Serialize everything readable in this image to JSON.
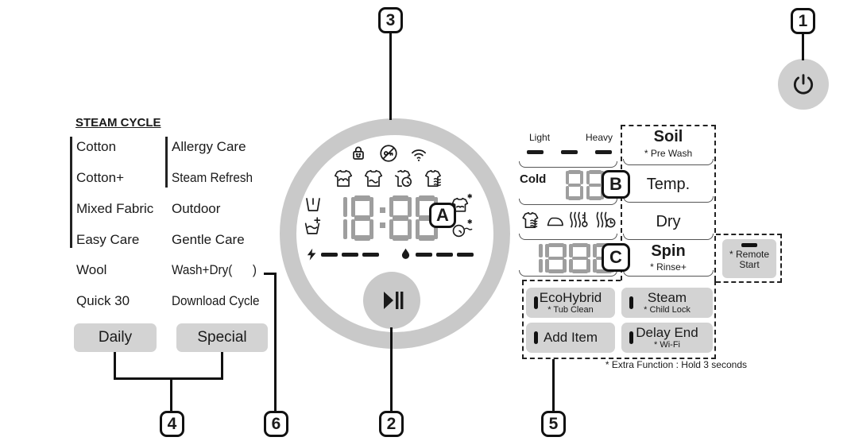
{
  "steam_cycle": {
    "title": "STEAM CYCLE",
    "col1": [
      "Cotton",
      "Cotton+",
      "Mixed Fabric",
      "Easy Care",
      "Wool",
      "Quick 30"
    ],
    "col2": [
      "Allergy Care",
      "Steam Refresh",
      "Outdoor",
      "Gentle Care",
      "Wash+Dry(      )",
      "Download Cycle"
    ],
    "daily_label": "Daily",
    "special_label": "Special"
  },
  "display": {
    "time": "18:88"
  },
  "status_labels": {
    "light": "Light",
    "heavy": "Heavy",
    "cold": "Cold",
    "temp_value": "88",
    "spin_value": "1888"
  },
  "functions": {
    "soil": "Soil",
    "soil_sub": "* Pre Wash",
    "temp": "Temp.",
    "dry": "Dry",
    "spin": "Spin",
    "spin_sub": "* Rinse+",
    "remote_line1": "* Remote",
    "remote_line2": "Start"
  },
  "extra_buttons": [
    {
      "label": "EcoHybrid",
      "sub": "* Tub Clean"
    },
    {
      "label": "Steam",
      "sub": "* Child Lock"
    },
    {
      "label": "Add Item",
      "sub": ""
    },
    {
      "label": "Delay End",
      "sub": "* Wi-Fi"
    }
  ],
  "footnote": "* Extra Function : Hold 3 seconds",
  "callouts": {
    "n1": "1",
    "n2": "2",
    "n3": "3",
    "n4": "4",
    "n5": "5",
    "n6": "6"
  },
  "display_labels": {
    "a": "A",
    "b": "B",
    "c": "C"
  },
  "icons": [
    "power-icon",
    "play-pause-icon",
    "child-lock-icon",
    "control-lock-icon",
    "wifi-icon",
    "wash-icon",
    "rinse-icon",
    "spin-icon",
    "dry-icon",
    "wash-tub-icon",
    "extra-water-icon",
    "steam-wash-icon",
    "steam-spin-icon",
    "energy-icon",
    "water-drop-icon",
    "dry-shirt-icon",
    "iron-icon",
    "dry-temp-icon",
    "dry-time-icon"
  ],
  "colors": {
    "ring": "#c9c9c9",
    "button_gray": "#d3d3d3",
    "segment_gray": "#9e9e9e",
    "line_black": "#111111"
  }
}
